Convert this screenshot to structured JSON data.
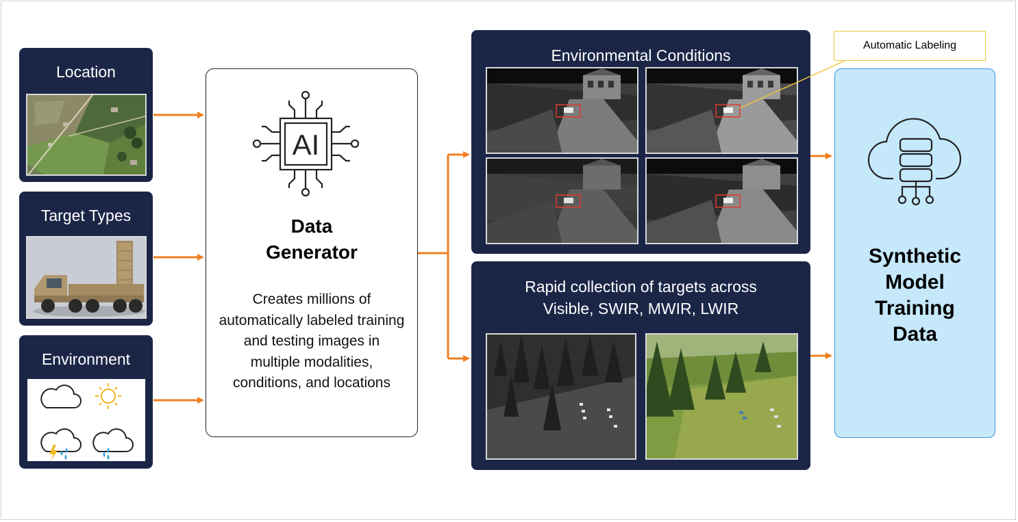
{
  "inputs": {
    "location": {
      "title": "Location"
    },
    "target_types": {
      "title": "Target Types"
    },
    "environment": {
      "title": "Environment",
      "icons": [
        "cloud-icon",
        "sun-icon",
        "thunderstorm-icon",
        "rain-cloud-icon"
      ]
    }
  },
  "generator": {
    "icon": "ai-chip-icon",
    "chip_text": "AI",
    "title_line1": "Data",
    "title_line2": "Generator",
    "description": "Creates millions of automatically labeled training and testing images in multiple modalities, conditions, and locations"
  },
  "environmental_conditions": {
    "title": "Environmental Conditions"
  },
  "rapid_collection": {
    "title_line1": "Rapid collection of targets across",
    "title_line2": "Visible, SWIR, MWIR, LWIR"
  },
  "callout": {
    "label": "Automatic Labeling"
  },
  "output": {
    "icon": "cloud-database-icon",
    "title_lines": [
      "Synthetic",
      "Model",
      "Training",
      "Data"
    ]
  },
  "colors": {
    "card_bg": "#1b2647",
    "arrow": "#f07f22",
    "output_bg": "#c6e8fb",
    "output_border": "#3c93d4",
    "callout_border": "#f0c53d",
    "label_box": "#e03a2f"
  }
}
